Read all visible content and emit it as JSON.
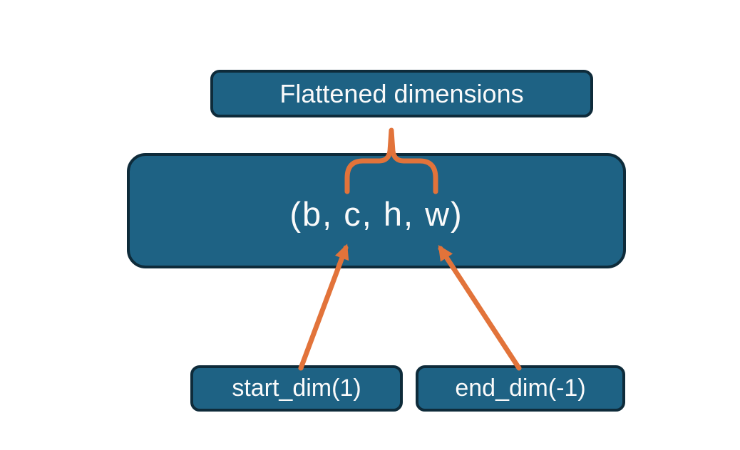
{
  "colors": {
    "box_fill": "#1e6284",
    "box_border": "#0e2b3a",
    "accent_orange": "#e2733a",
    "text_white": "#fafafa",
    "background": "#ffffff"
  },
  "boxes": {
    "flattened": {
      "label": "Flattened dimensions"
    },
    "tensor": {
      "label": "(b, c, h, w)"
    },
    "start_dim": {
      "label": "start_dim(1)"
    },
    "end_dim": {
      "label": "end_dim(-1)"
    }
  }
}
